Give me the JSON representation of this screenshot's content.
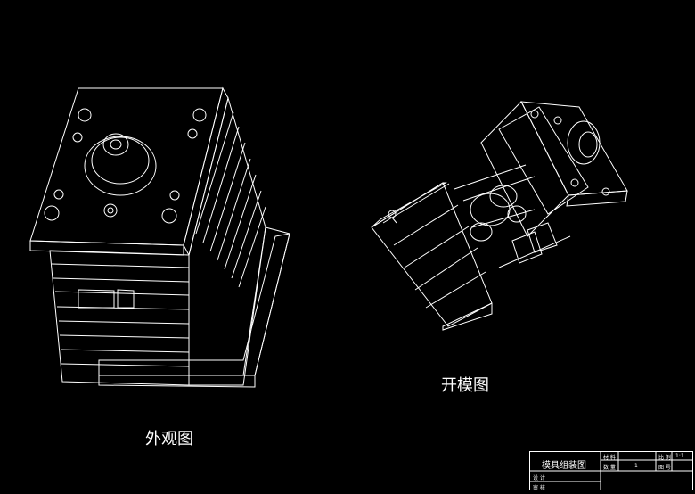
{
  "drawing": {
    "background_color": "#000000",
    "line_color": "#ffffff",
    "left_view": {
      "caption": "外观图"
    },
    "right_view": {
      "caption": "开模图"
    }
  },
  "title_block": {
    "title": "模具组装图",
    "material_label": "材 料",
    "material_value": "",
    "scale_label": "比 例",
    "scale_value": "1:1",
    "quantity_label": "数 量",
    "quantity_value": "1",
    "drawing_no_label": "图 号",
    "drawing_no_value": "",
    "designer_label": "设 计",
    "reviewer_label": "审 核"
  }
}
